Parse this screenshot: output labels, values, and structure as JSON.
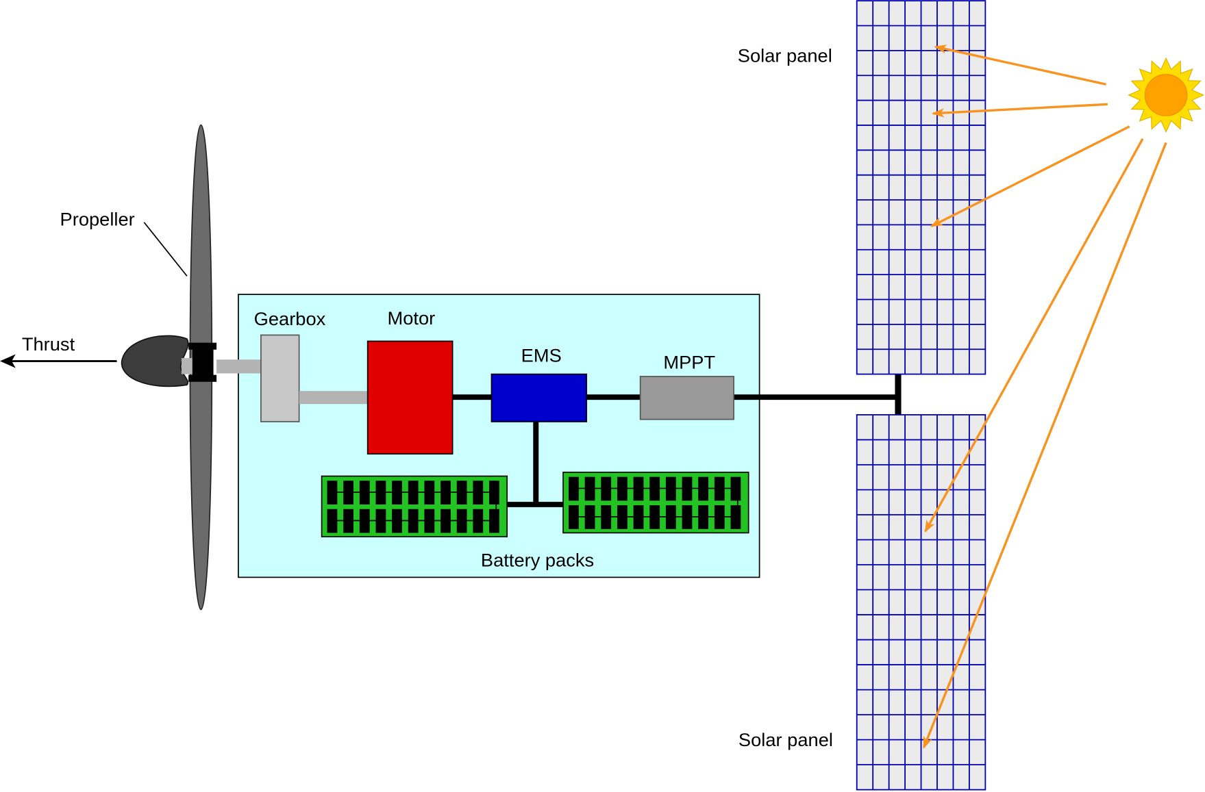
{
  "labels": {
    "thrust": "Thrust",
    "propeller": "Propeller",
    "gearbox": "Gearbox",
    "motor": "Motor",
    "ems": "EMS",
    "mppt": "MPPT",
    "battery_packs": "Battery packs",
    "solar_panel_top": "Solar panel",
    "solar_panel_bottom": "Solar panel"
  },
  "colors": {
    "housing": "#ccffff",
    "gearbox": "#c8c8c8",
    "shaft": "#b3b3b3",
    "motor": "#e00000",
    "ems": "#0000cc",
    "mppt": "#999999",
    "battery": "#22c322",
    "battery_cell": "#000000",
    "solar_cell": "#ebebeb",
    "solar_grid": "#0000b0",
    "sun_core": "#ffa200",
    "sun_rays": "#ffdd00",
    "light_rays": "#f7931e",
    "propeller": "#6b6b6b",
    "spinner": "#3c3c3c",
    "power_line": "#000000"
  }
}
